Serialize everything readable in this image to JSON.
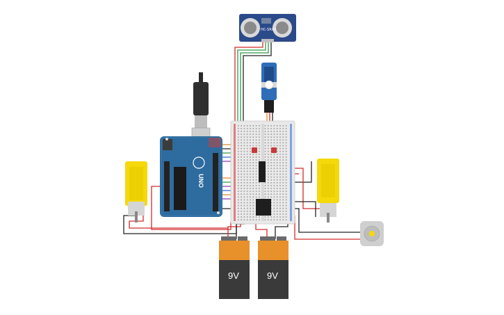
{
  "components": {
    "ultrasonic_sensor": {
      "label": "HC-SR04"
    },
    "arduino": {
      "label": "UNO"
    },
    "battery_1": {
      "label": "9V"
    },
    "battery_2": {
      "label": "9V"
    }
  },
  "colors": {
    "arduino_blue": "#2e6b9e",
    "motor_yellow": "#f5d90a",
    "battery_orange": "#e8902a",
    "battery_dark": "#3a3a3a",
    "wire_red": "#d42a2a",
    "wire_black": "#222222",
    "wire_green": "#2e9a46",
    "wire_orange": "#e88a1a",
    "wire_purple": "#8a3ab0",
    "wire_blue": "#2a6ad4",
    "breadboard": "#e9e9e9"
  }
}
